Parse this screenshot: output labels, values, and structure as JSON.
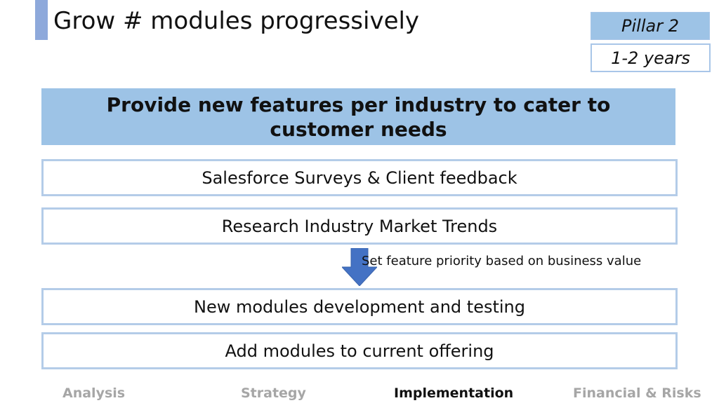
{
  "slide": {
    "title": "Grow # modules progressively",
    "pillar_label": "Pillar 2",
    "timeframe": "1-2 years",
    "headline": "Provide new features per industry to cater to customer needs",
    "steps": [
      "Salesforce Surveys & Client feedback",
      "Research Industry Market Trends",
      "New modules development and testing",
      "Add modules to current offering"
    ],
    "arrow_label": "Set feature priority based on business value"
  },
  "nav": {
    "items": [
      "Analysis",
      "Strategy",
      "Implementation",
      "Financial & Risks"
    ],
    "active": "Implementation"
  },
  "colors": {
    "accent": "#8ea9db",
    "box_fill": "#9dc3e6",
    "box_border": "#b4cce8",
    "arrow": "#4472c4",
    "nav_inactive": "#a6a6a6"
  },
  "icons": {
    "flow_arrow": "down-arrow-icon"
  }
}
